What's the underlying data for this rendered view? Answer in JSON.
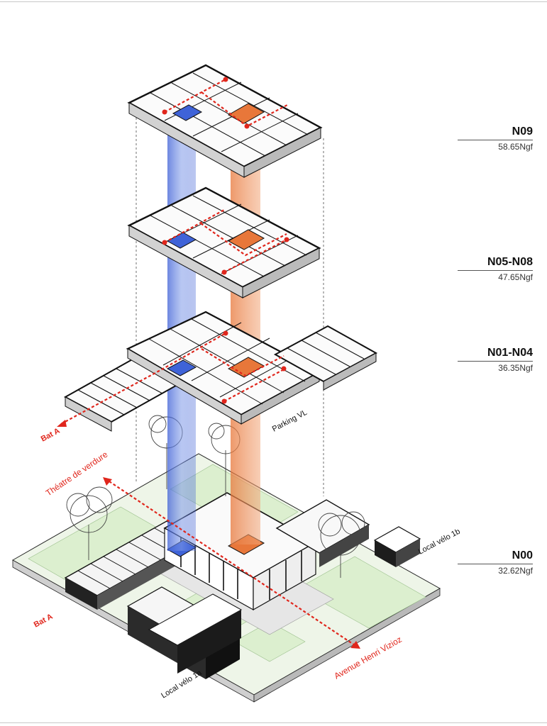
{
  "levels": [
    {
      "code": "N09",
      "ngf": "58.65Ngf"
    },
    {
      "code": "N05-N08",
      "ngf": "47.65Ngf"
    },
    {
      "code": "N01-N04",
      "ngf": "36.35Ngf"
    },
    {
      "code": "N00",
      "ngf": "32.62Ngf"
    }
  ],
  "labels": {
    "bat_a_upper": "Bat A",
    "bat_a_lower": "Bat A",
    "theatre": "Théatre de verdure",
    "avenue": "Avenue Henri Vizioz",
    "parking": "Parking VL",
    "velo_1a": "Local vélo 1a",
    "velo_1b": "Local vélo 1b"
  },
  "colors": {
    "red_path": "#e0261c",
    "blue_core": "#3f63d8",
    "orange_core": "#e8773a",
    "green_ground": "#dcefcf",
    "wall": "#111111"
  }
}
